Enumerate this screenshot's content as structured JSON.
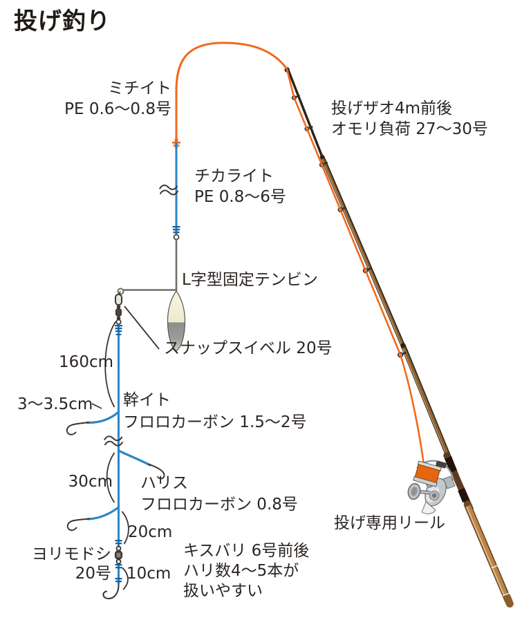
{
  "page": {
    "title": "投げ釣り"
  },
  "colors": {
    "main_line": "#f1691c",
    "rig_line": "#2b86c6",
    "text": "#2b2522",
    "knot_blue": "#13619f",
    "rod_dark": "#2e2218",
    "rod_brown": "#8a6234",
    "rod_butt": "#bb854c",
    "metal": "#6f6e66",
    "reel_gray": "#c6c9cb",
    "spool": "#e8650f",
    "hook": "#3a342e"
  },
  "rig": {
    "main_line": {
      "name": "ミチイト",
      "spec": "PE 0.6〜0.8号"
    },
    "rod": {
      "line1": "投げザオ4m前後",
      "line2": "オモリ負荷 27〜30号"
    },
    "shock_leader": {
      "name": "チカライト",
      "spec": "PE 0.8〜6号"
    },
    "tenbin": {
      "label": "L字型固定テンビン"
    },
    "snap_swivel": {
      "label": "スナップスイベル 20号"
    },
    "trunk_line": {
      "name": "幹イト",
      "spec": "フロロカーボン 1.5〜2号"
    },
    "harisu": {
      "name": "ハリス",
      "spec": "フロロカーボン 0.8号"
    },
    "swivel": {
      "name": "ヨリモドシ",
      "spec": "20号"
    },
    "hook_note": {
      "line1": "キスバリ 6号前後",
      "line2": "ハリ数4〜5本が",
      "line3": "扱いやすい"
    },
    "reel": {
      "label": "投げ専用リール"
    },
    "lengths": {
      "seg160": "160cm",
      "seg335": "3〜3.5cm",
      "seg30": "30cm",
      "seg20": "20cm",
      "seg10": "10cm"
    }
  }
}
